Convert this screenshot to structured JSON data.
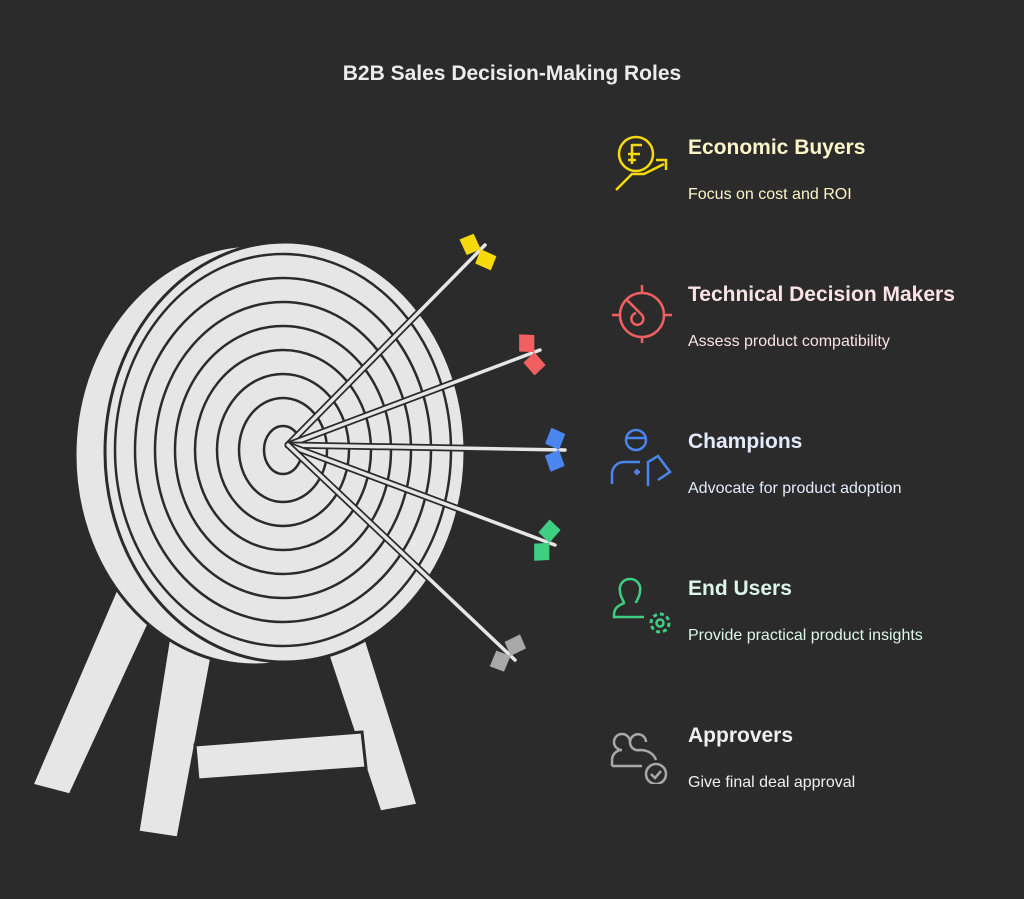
{
  "title": "B2B Sales Decision-Making Roles",
  "roles": [
    {
      "heading": "Economic Buyers",
      "description": "Focus on cost and ROI",
      "color": "#f5d90a",
      "text_color": "#fbf5c8",
      "icon": "currency-growth-icon"
    },
    {
      "heading": "Technical Decision Makers",
      "description": "Assess product compatibility",
      "color": "#f06060",
      "text_color": "#fbe3e3",
      "icon": "target-radar-icon"
    },
    {
      "heading": "Champions",
      "description": "Advocate for product adoption",
      "color": "#4a85f0",
      "text_color": "#e3ebfb",
      "icon": "advocate-person-icon"
    },
    {
      "heading": "End Users",
      "description": "Provide practical product insights",
      "color": "#3ecf82",
      "text_color": "#dcf7e8",
      "icon": "user-gear-icon"
    },
    {
      "heading": "Approvers",
      "description": "Give final deal approval",
      "color": "#a8a8a8",
      "text_color": "#efefef",
      "icon": "users-check-icon"
    }
  ]
}
